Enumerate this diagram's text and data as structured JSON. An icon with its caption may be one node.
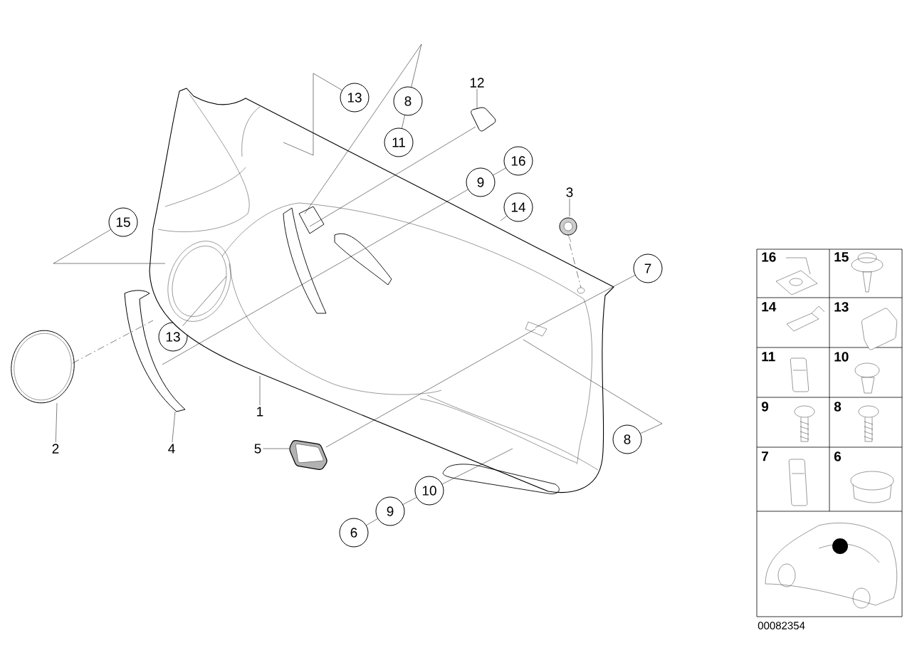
{
  "diagram": {
    "nodes": [
      {
        "text": [
          "1"
        ]
      },
      {
        "text": [
          "2"
        ]
      },
      {
        "text": [
          "3"
        ]
      },
      {
        "text": [
          "4"
        ]
      },
      {
        "text": [
          "5"
        ]
      },
      {
        "text": [
          "12"
        ]
      },
      {
        "text": [
          "13"
        ]
      },
      {
        "text": [
          "8"
        ]
      },
      {
        "text": [
          "11"
        ]
      },
      {
        "text": [
          "16"
        ]
      },
      {
        "text": [
          "9"
        ]
      },
      {
        "text": [
          "14"
        ]
      },
      {
        "text": [
          "15"
        ]
      },
      {
        "text": [
          "7"
        ]
      },
      {
        "text": [
          "13"
        ]
      },
      {
        "text": [
          "8"
        ]
      },
      {
        "text": [
          "10"
        ]
      },
      {
        "text": [
          "9"
        ]
      },
      {
        "text": [
          "6"
        ]
      },
      {
        "text": [],
        "shape": "picture"
      },
      {
        "text": [],
        "shape": "picture"
      },
      {
        "text": [],
        "shape": "picture"
      },
      {
        "text": [],
        "shape": "picture"
      },
      {
        "text": [],
        "shape": "picture"
      },
      {
        "text": [],
        "shape": "picture"
      }
    ],
    "edges": [
      {
        "from": 0,
        "to": 19,
        "arrow": "none"
      },
      {
        "from": 1,
        "to": 20,
        "arrow": "none"
      },
      {
        "from": 2,
        "to": 24,
        "arrow": "none"
      },
      {
        "from": 3,
        "to": 21,
        "arrow": "none"
      },
      {
        "from": 4,
        "to": 22,
        "arrow": "none"
      },
      {
        "from": 5,
        "to": 23,
        "arrow": "none"
      },
      {
        "from": 6,
        "to": 19,
        "arrow": "none"
      },
      {
        "from": 7,
        "to": 19,
        "arrow": "none"
      },
      {
        "from": 7,
        "to": 8,
        "arrow": "none"
      },
      {
        "from": 23,
        "to": 19,
        "arrow": "none"
      },
      {
        "from": 10,
        "to": 21,
        "arrow": "none"
      },
      {
        "from": 9,
        "to": 10,
        "arrow": "none"
      },
      {
        "from": 11,
        "to": null,
        "arrow": "none"
      },
      {
        "from": 12,
        "to": 19,
        "arrow": "none"
      },
      {
        "from": 13,
        "to": 19,
        "arrow": "none"
      },
      {
        "from": 22,
        "to": 19,
        "arrow": "none"
      },
      {
        "from": 14,
        "to": 19,
        "arrow": "none"
      },
      {
        "from": 15,
        "to": 19,
        "arrow": "none"
      },
      {
        "from": 16,
        "to": 19,
        "arrow": "none"
      },
      {
        "from": 17,
        "to": 16,
        "arrow": "none"
      },
      {
        "from": 18,
        "to": 17,
        "arrow": "none"
      },
      {
        "from": 20,
        "to": 19,
        "arrow": "none",
        "style": "dashed"
      },
      {
        "from": 24,
        "to": 19,
        "arrow": "none",
        "style": "dashed"
      }
    ],
    "labels": [
      "16",
      "15",
      "14",
      "13",
      "11",
      "10",
      "9",
      "8",
      "7",
      "6",
      "00082354"
    ]
  }
}
